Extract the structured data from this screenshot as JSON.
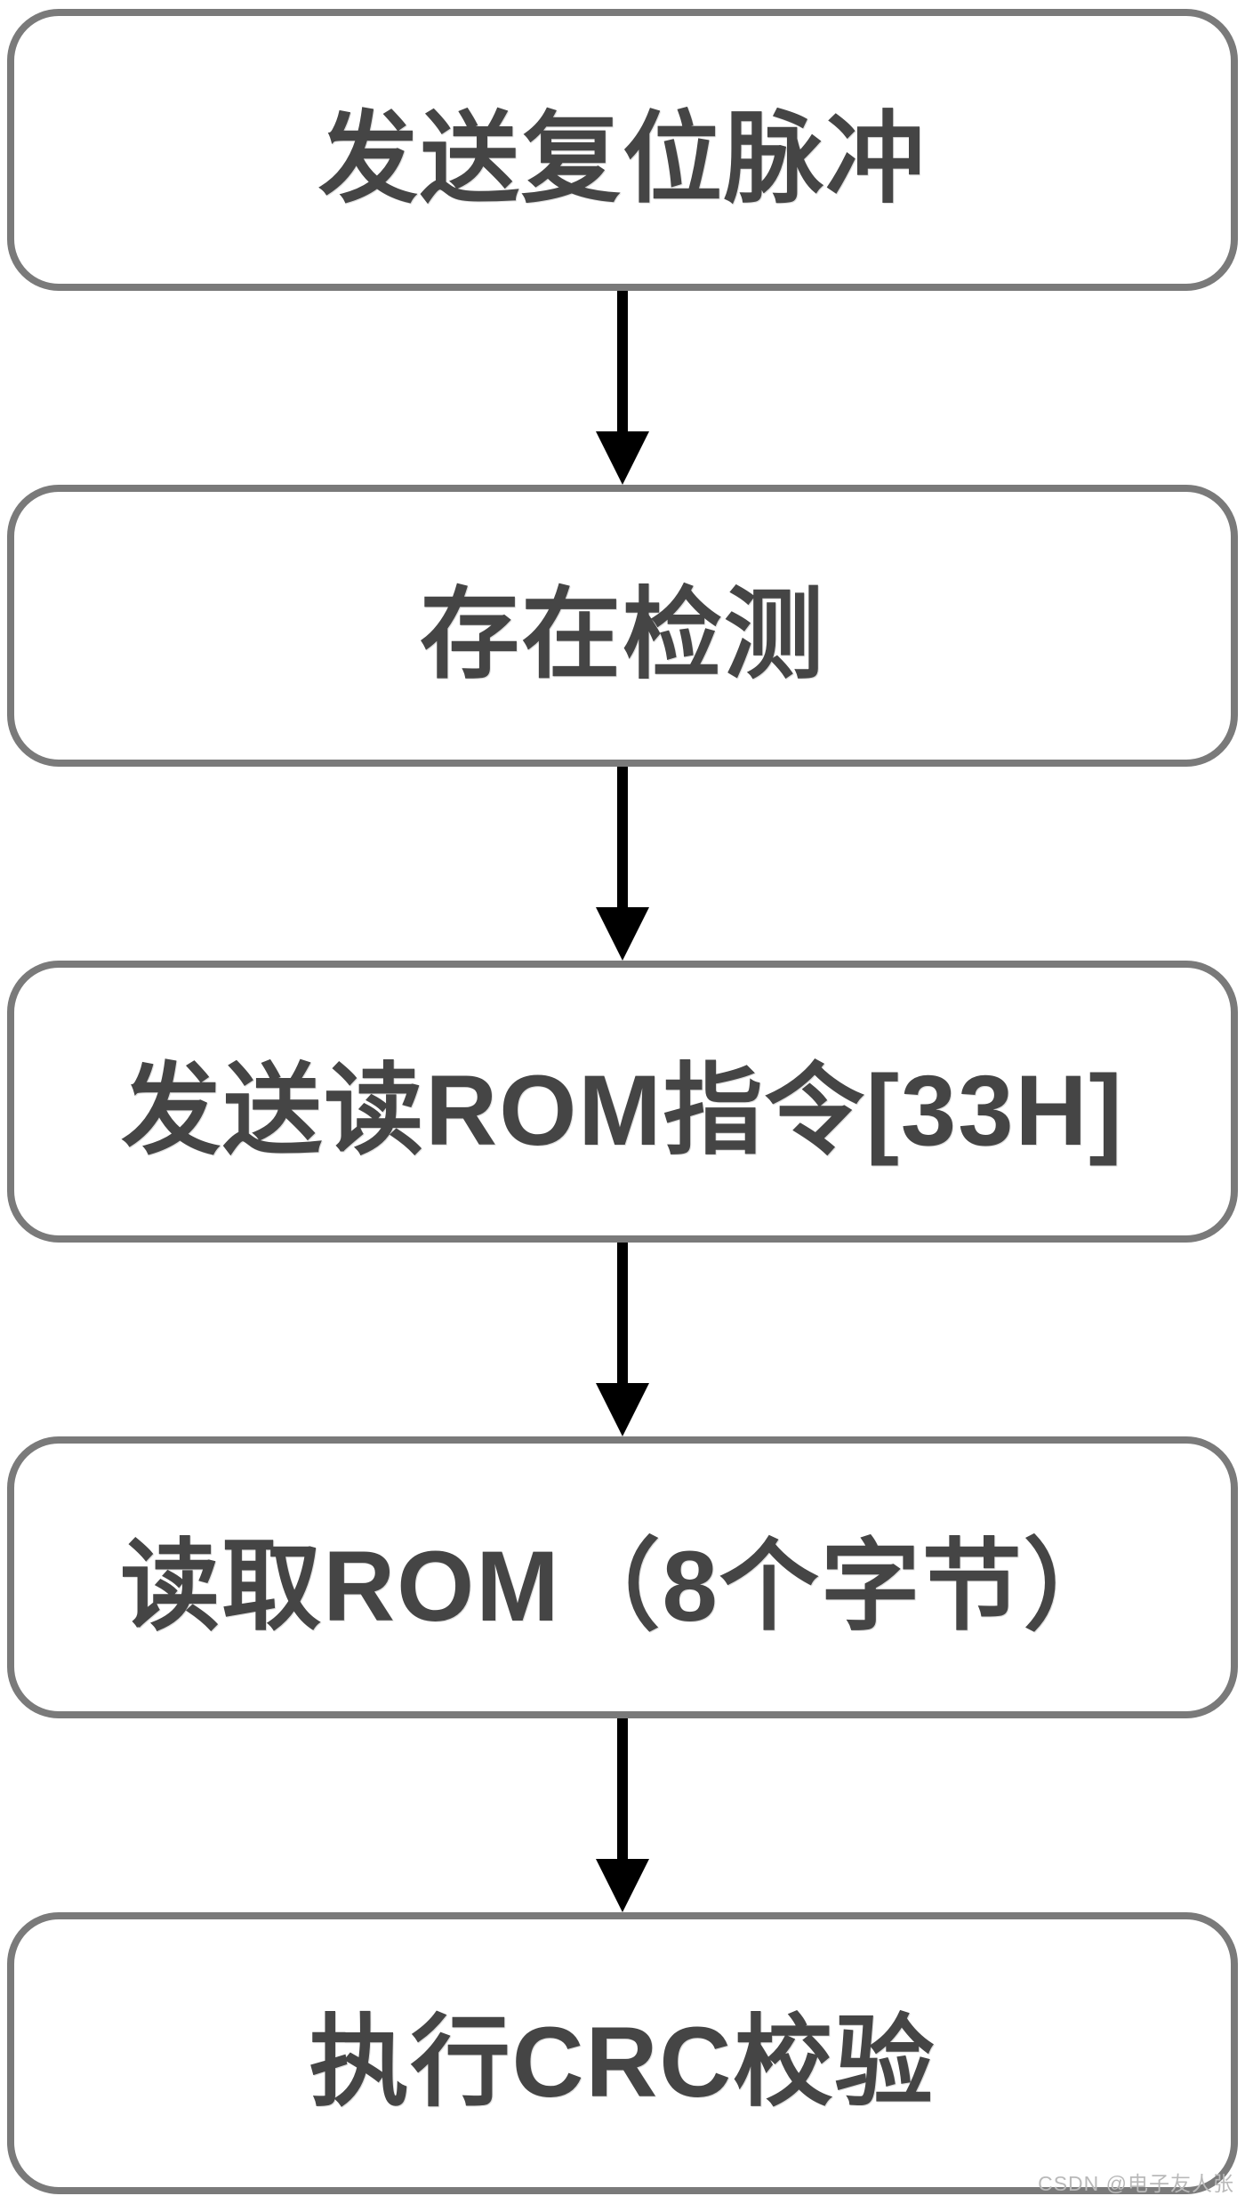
{
  "diagram": {
    "type": "flowchart-vertical",
    "steps": [
      {
        "label": "发送复位脉冲"
      },
      {
        "label": "存在检测"
      },
      {
        "label": "发送读ROM指令[33H]"
      },
      {
        "label": "读取ROM（8个字节）"
      },
      {
        "label": "执行CRC校验"
      }
    ],
    "connector": "arrow-down"
  },
  "watermark": {
    "text": "CSDN @电子友人张"
  },
  "colors": {
    "background": "#ffffff",
    "box_fill": "#ffffff",
    "box_border": "#7a7a7a",
    "text": "#454545",
    "arrow": "#000000",
    "watermark": "#b9b9b9"
  }
}
